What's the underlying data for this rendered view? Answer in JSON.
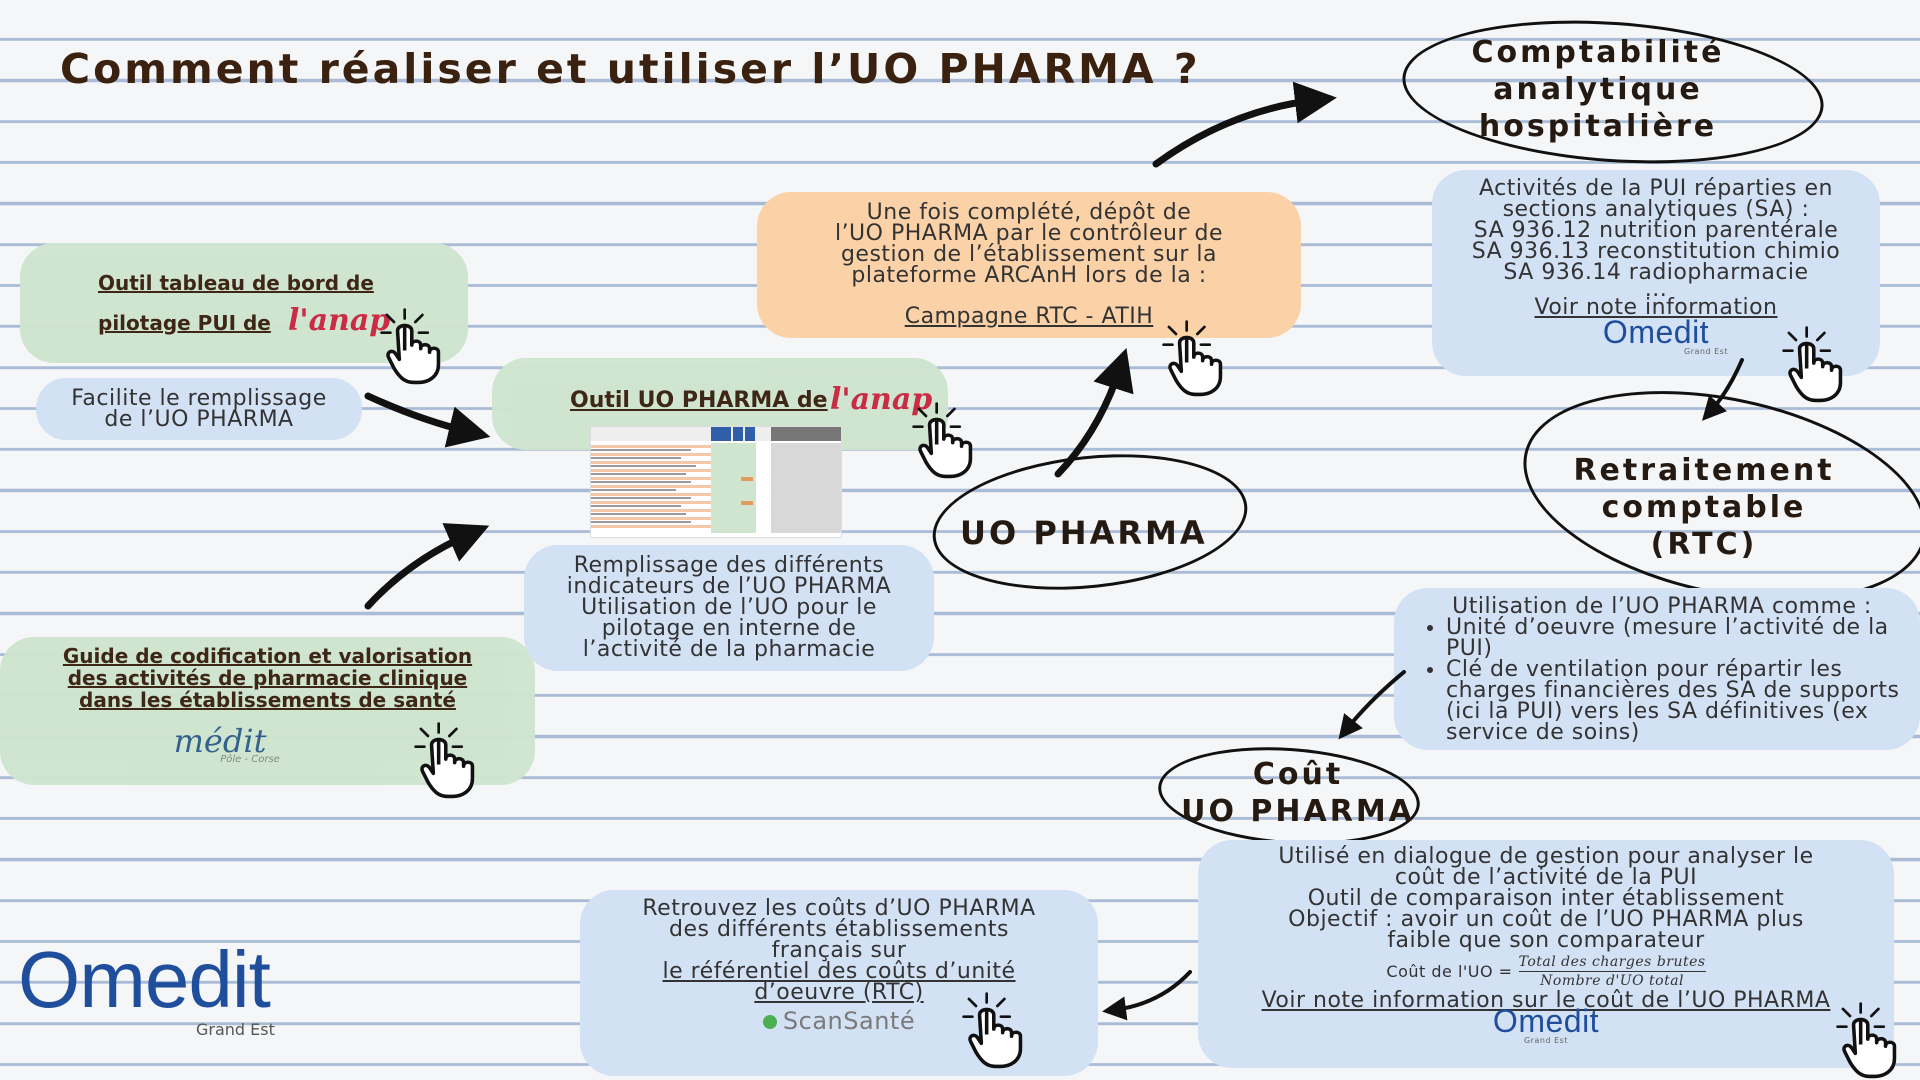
{
  "title": "Comment réaliser et utiliser l’UO PHARMA ?",
  "tableau_bord": {
    "line1": "Outil tableau de bord de",
    "line2": "pilotage PUI de",
    "logo": "l'anap"
  },
  "facilite": {
    "line1": "Facilite le remplissage",
    "line2": "de l’UO PHARMA"
  },
  "guide": {
    "line1": "Guide de codification et valorisation",
    "line2": "des activités de pharmacie clinique",
    "line3": "dans les établissements de santé",
    "logo_main": "médit",
    "logo_sub": "Pôle - Corse"
  },
  "outil_uo": {
    "label": "Outil UO PHARMA de",
    "logo": "l'anap"
  },
  "remplissage": {
    "line1": "Remplissage des différents",
    "line2": "indicateurs de l’UO PHARMA",
    "line3": "Utilisation de l’UO pour le",
    "line4": "pilotage en interne de",
    "line5": "l’activité de la pharmacie"
  },
  "depot": {
    "line1": "Une fois complété, dépôt de",
    "line2": "l’UO PHARMA par le contrôleur de",
    "line3": "gestion de l’établissement sur la",
    "line4": "plateforme ARCAnH lors de la :",
    "link": "Campagne RTC - ATIH"
  },
  "uo_pharma": "UO PHARMA",
  "compta": {
    "line1": "Comptabilité",
    "line2": "analytique",
    "line3": "hospitalière"
  },
  "activites": {
    "line1": "Activités de la PUI réparties en",
    "line2": "sections analytiques (SA) :",
    "line3": "SA 936.12 nutrition parentérale",
    "line4": "SA 936.13 reconstitution chimio",
    "line5": "SA 936.14 radiopharmacie",
    "line6": "...",
    "link": "Voir note information",
    "logo": "Omedit",
    "logo_sub": "Grand Est"
  },
  "retraitement": {
    "line1": "Retraitement",
    "line2": "comptable",
    "line3": "(RTC)"
  },
  "utilisation": {
    "intro": "Utilisation de l’UO PHARMA comme :",
    "bullet1": "Unité d’oeuvre (mesure l’activité de la PUI)",
    "bullet2": "Clé de ventilation pour répartir les charges financières des SA de supports (ici la PUI) vers les SA définitives (ex service de soins)"
  },
  "cout_heading": {
    "line1": "Coût",
    "line2": "UO PHARMA"
  },
  "cout_box": {
    "line1": "Utilisé en dialogue de gestion pour analyser le",
    "line2": "coût de l’activité de la PUI",
    "line3": "Outil de comparaison inter établissement",
    "line4": "Objectif : avoir un coût de l’UO PHARMA plus",
    "line5": "faible que son comparateur",
    "formula_lhs": "Coût de l'UO =",
    "formula_num": "Total des charges brutes",
    "formula_den": "Nombre d'UO total",
    "link": "Voir note information sur le coût de l’UO PHARMA",
    "logo": "Omedit",
    "logo_sub": "Grand Est"
  },
  "retrouvez": {
    "line1": "Retrouvez les coûts d’UO PHARMA",
    "line2": "des différents établissements",
    "line3": "français sur",
    "link1": "le référentiel des coûts d’unité",
    "link2": "d’oeuvre (RTC)",
    "logo": "ScanSanté"
  },
  "omedit_main": {
    "logo": "Omedit",
    "sub": "Grand Est"
  },
  "colors": {
    "green": "#cfe5cf",
    "blue": "#d3e1f5",
    "orange": "#fbd2a8",
    "anap": "#c92540",
    "omedit_blue": "#1f4e9c",
    "omedit_green": "#7cc242",
    "title": "#3a2110"
  }
}
